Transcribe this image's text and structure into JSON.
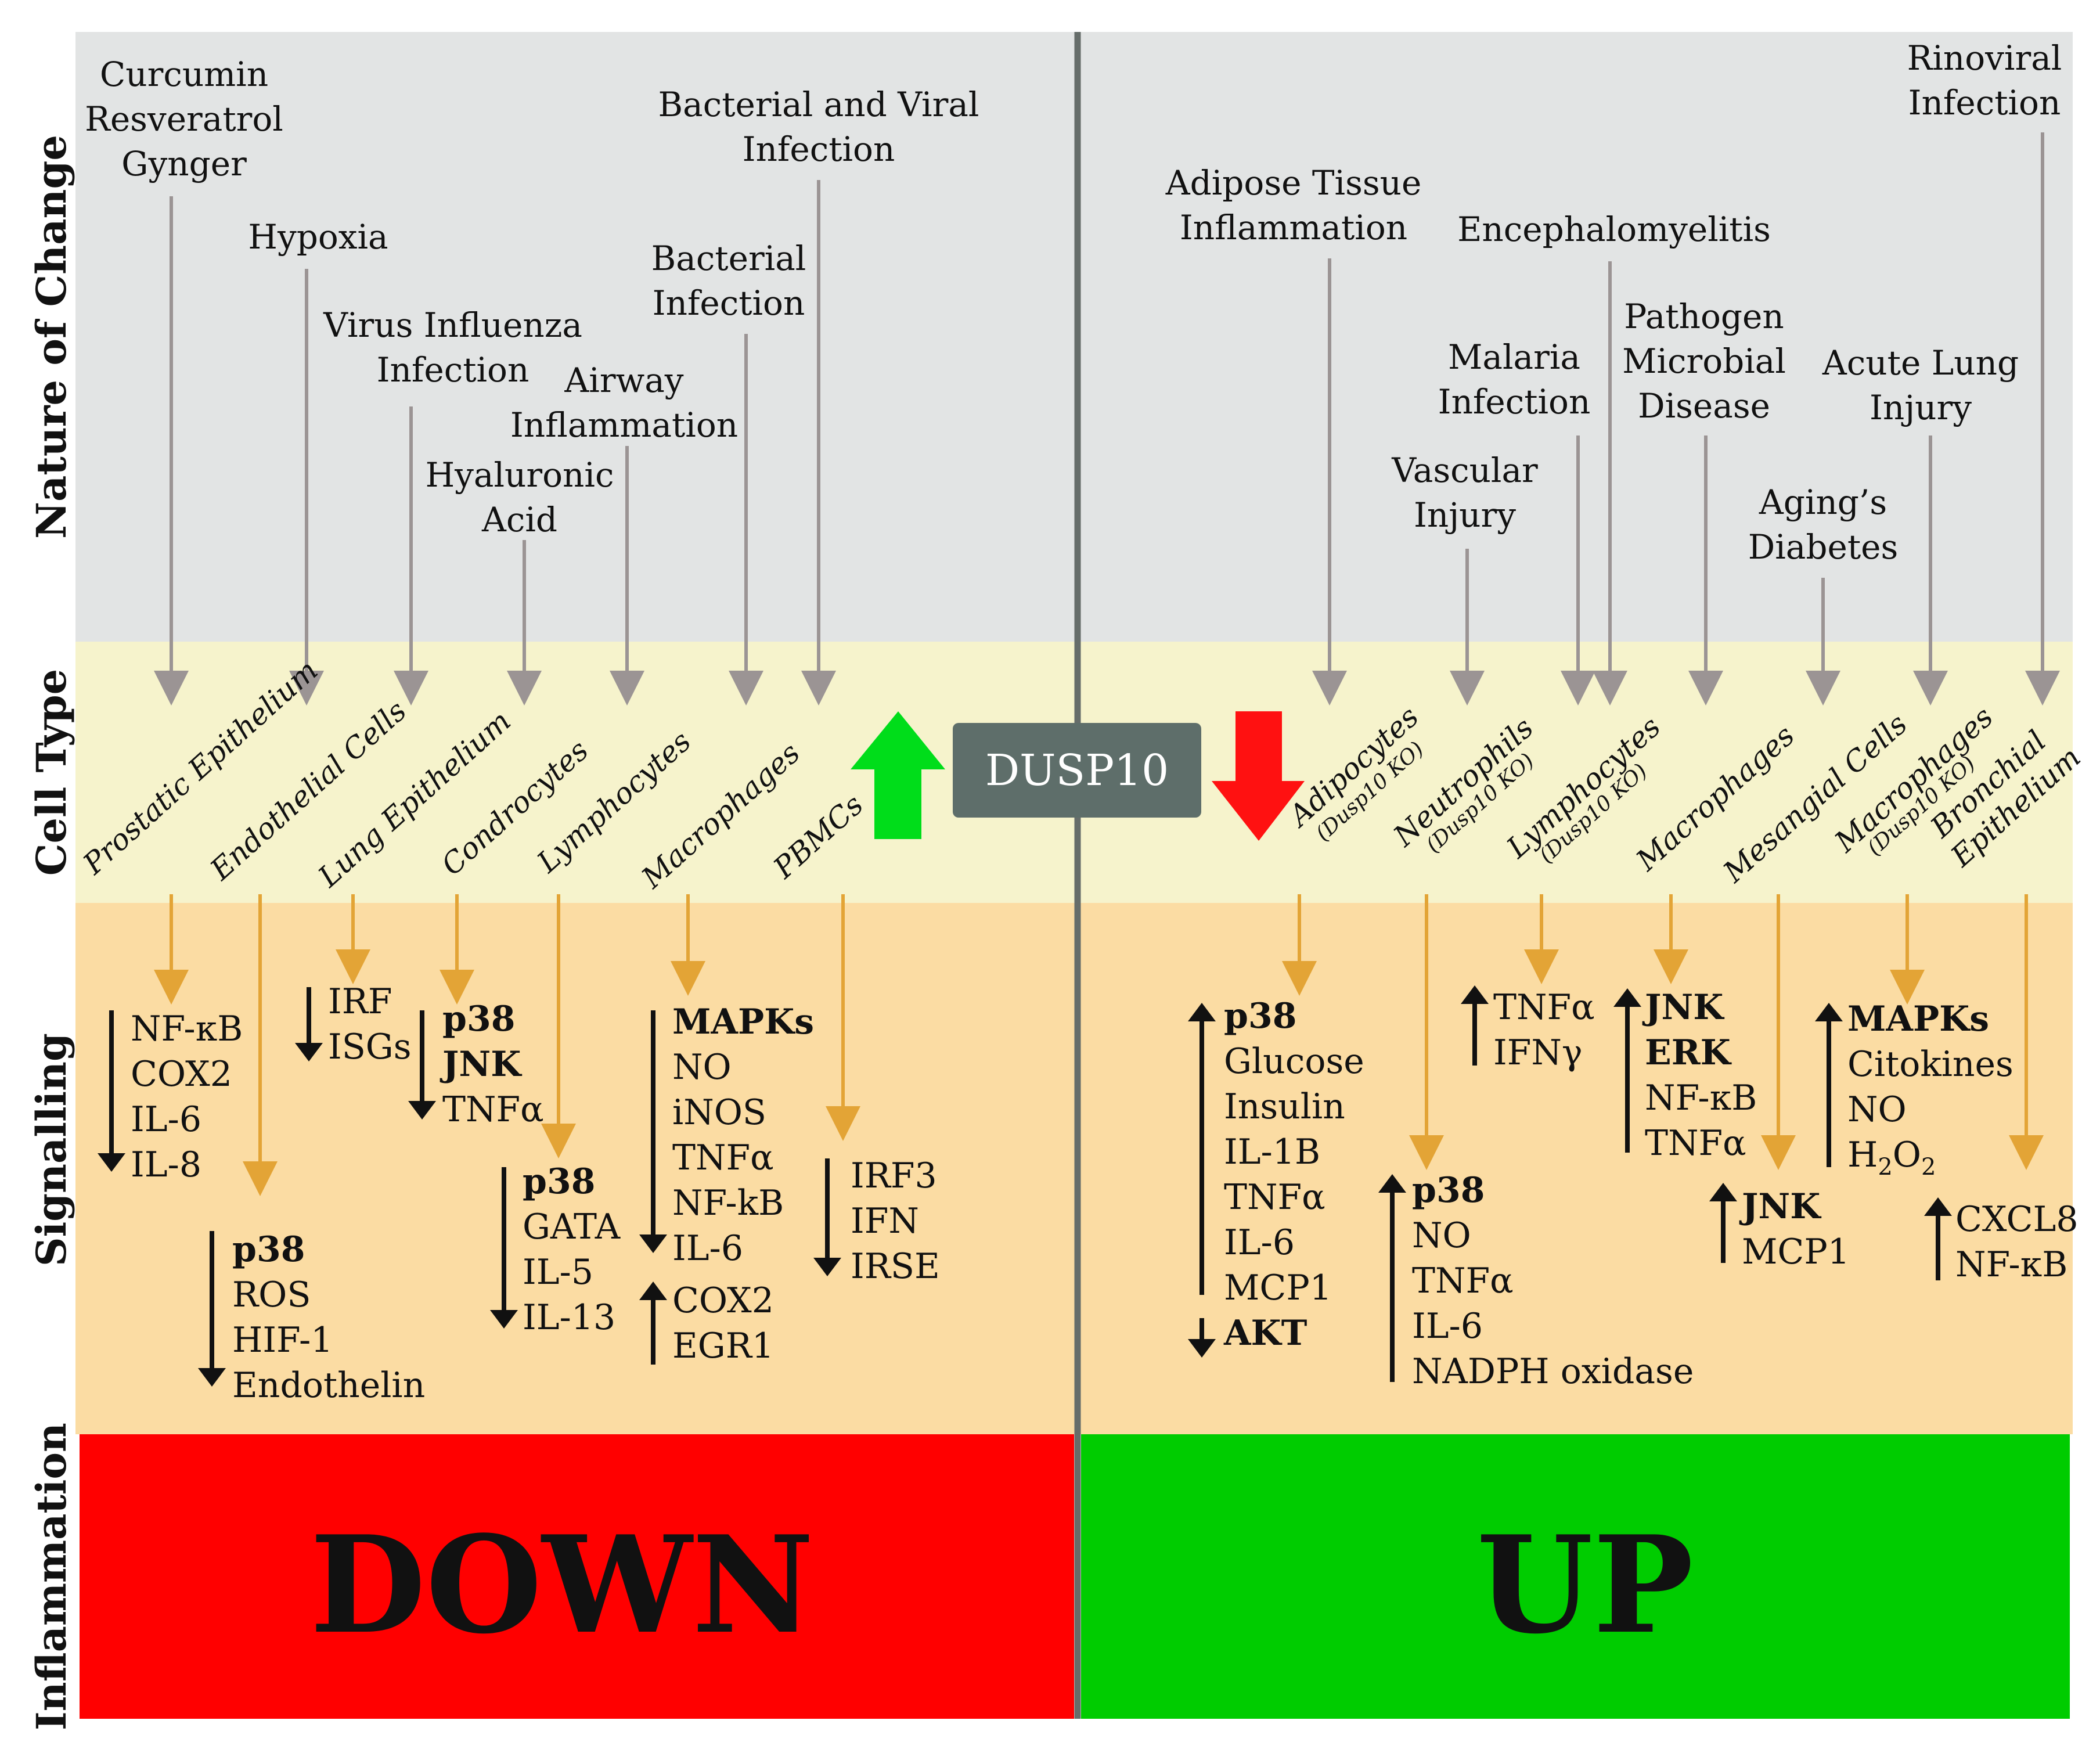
{
  "row_labels": {
    "nature_of_change": "Nature of Change",
    "cell_type": "Cell Type",
    "signalling": "Signalling",
    "inflammation": "Inflammation"
  },
  "center_label": "DUSP10",
  "inflammation": {
    "down": "DOWN",
    "up": "UP"
  },
  "colors": {
    "nature_band": "#e2e4e4",
    "cell_band": "#f6f3cc",
    "signalling_band": "#fbdca3",
    "down_red": "#ff0000",
    "up_green": "#00cc00",
    "grey_arrow": "#9b9494",
    "orange_arrow": "#e3a436",
    "divider": "#666d6a",
    "dusp_box": "#5e6e6a",
    "green_arrow": "#00dd1a",
    "red_arrow": "#ff1111"
  },
  "left": {
    "causes": [
      {
        "lines": [
          "Curcumin",
          "Resveratrol",
          "Gynger"
        ]
      },
      {
        "lines": [
          "Hypoxia"
        ]
      },
      {
        "lines": [
          "Virus Influenza",
          "Infection"
        ]
      },
      {
        "lines": [
          "Hyaluronic",
          "Acid"
        ]
      },
      {
        "lines": [
          "Airway",
          "Inflammation"
        ]
      },
      {
        "lines": [
          "Bacterial",
          "Infection"
        ]
      },
      {
        "lines": [
          "Bacterial and Viral",
          "Infection"
        ]
      }
    ],
    "cells": [
      {
        "name": "Prostatic Epithelium"
      },
      {
        "name": "Endothelial Cells"
      },
      {
        "name": "Lung Epithelium"
      },
      {
        "name": "Condrocytes"
      },
      {
        "name": "Lymphocytes"
      },
      {
        "name": "Macrophages"
      },
      {
        "name": "PBMCs"
      }
    ],
    "signals": [
      {
        "items": [
          "NF-κB",
          "COX2",
          "IL-6",
          "IL-8"
        ],
        "dir": "down"
      },
      {
        "items": [
          "p38",
          "ROS",
          "HIF-1",
          "Endothelin"
        ],
        "bold": [
          "p38"
        ],
        "dir": "down"
      },
      {
        "items": [
          "IRF",
          "ISGs"
        ],
        "dir": "down"
      },
      {
        "items": [
          "p38",
          "JNK",
          "TNFα"
        ],
        "bold": [
          "p38",
          "JNK"
        ],
        "dir": "down"
      },
      {
        "items": [
          "p38",
          "GATA",
          "IL-5",
          "IL-13"
        ],
        "bold": [
          "p38"
        ],
        "dir": "down"
      },
      {
        "items": [
          "MAPKs",
          "NO",
          "iNOS",
          "TNFα",
          "NF-kB",
          "IL-6"
        ],
        "bold": [
          "MAPKs"
        ],
        "dir": "down"
      },
      {
        "items": [
          "COX2",
          "EGR1"
        ],
        "dir": "up"
      },
      {
        "items": [
          "IRF3",
          "IFN",
          "IRSE"
        ],
        "dir": "down"
      }
    ]
  },
  "right": {
    "causes": [
      {
        "lines": [
          "Adipose Tissue",
          "Inflammation"
        ]
      },
      {
        "lines": [
          "Vascular",
          "Injury"
        ]
      },
      {
        "lines": [
          "Malaria",
          "Infection"
        ]
      },
      {
        "lines": [
          "Encephalomyelitis"
        ]
      },
      {
        "lines": [
          "Pathogen",
          "Microbial",
          "Disease"
        ]
      },
      {
        "lines": [
          "Aging’s",
          "Diabetes"
        ]
      },
      {
        "lines": [
          "Acute Lung",
          "Injury"
        ]
      },
      {
        "lines": [
          "Rinoviral",
          "Infection"
        ]
      }
    ],
    "cells": [
      {
        "name": "Adipocytes",
        "sub": "(Dusp10 KO)"
      },
      {
        "name": "Neutrophils",
        "sub": "(Dusp10 KO)"
      },
      {
        "name": "Lymphocytes",
        "sub": "(Dusp10 KO)"
      },
      {
        "name": "Macrophages"
      },
      {
        "name": "Mesangial Cells"
      },
      {
        "name": "Macrophages",
        "sub": "(Dusp10 KO)"
      },
      {
        "name": "Bronchial",
        "sub": "Epithelium"
      }
    ],
    "signals": [
      {
        "items": [
          "p38",
          "Glucose",
          "Insulin",
          "IL-1B",
          "TNFα",
          "IL-6",
          "MCP1"
        ],
        "bold": [
          "p38"
        ],
        "dir": "up"
      },
      {
        "items": [
          "AKT"
        ],
        "bold": [
          "AKT"
        ],
        "dir": "down"
      },
      {
        "items": [
          "p38",
          "NO",
          "TNFα",
          "IL-6",
          "NADPH oxidase"
        ],
        "bold": [
          "p38"
        ],
        "dir": "up"
      },
      {
        "items": [
          "TNFα",
          "IFNγ"
        ],
        "dir": "up"
      },
      {
        "items": [
          "JNK",
          "ERK",
          "NF-κB",
          "TNFα"
        ],
        "bold": [
          "JNK",
          "ERK"
        ],
        "dir": "up"
      },
      {
        "items": [
          "JNK",
          "MCP1"
        ],
        "bold": [
          "JNK"
        ],
        "dir": "up"
      },
      {
        "items": [
          "MAPKs",
          "Citokines",
          "NO",
          "H2O2"
        ],
        "bold": [
          "MAPKs"
        ],
        "dir": "up"
      },
      {
        "items": [
          "CXCL8",
          "NF-κB"
        ],
        "dir": "up"
      }
    ]
  }
}
